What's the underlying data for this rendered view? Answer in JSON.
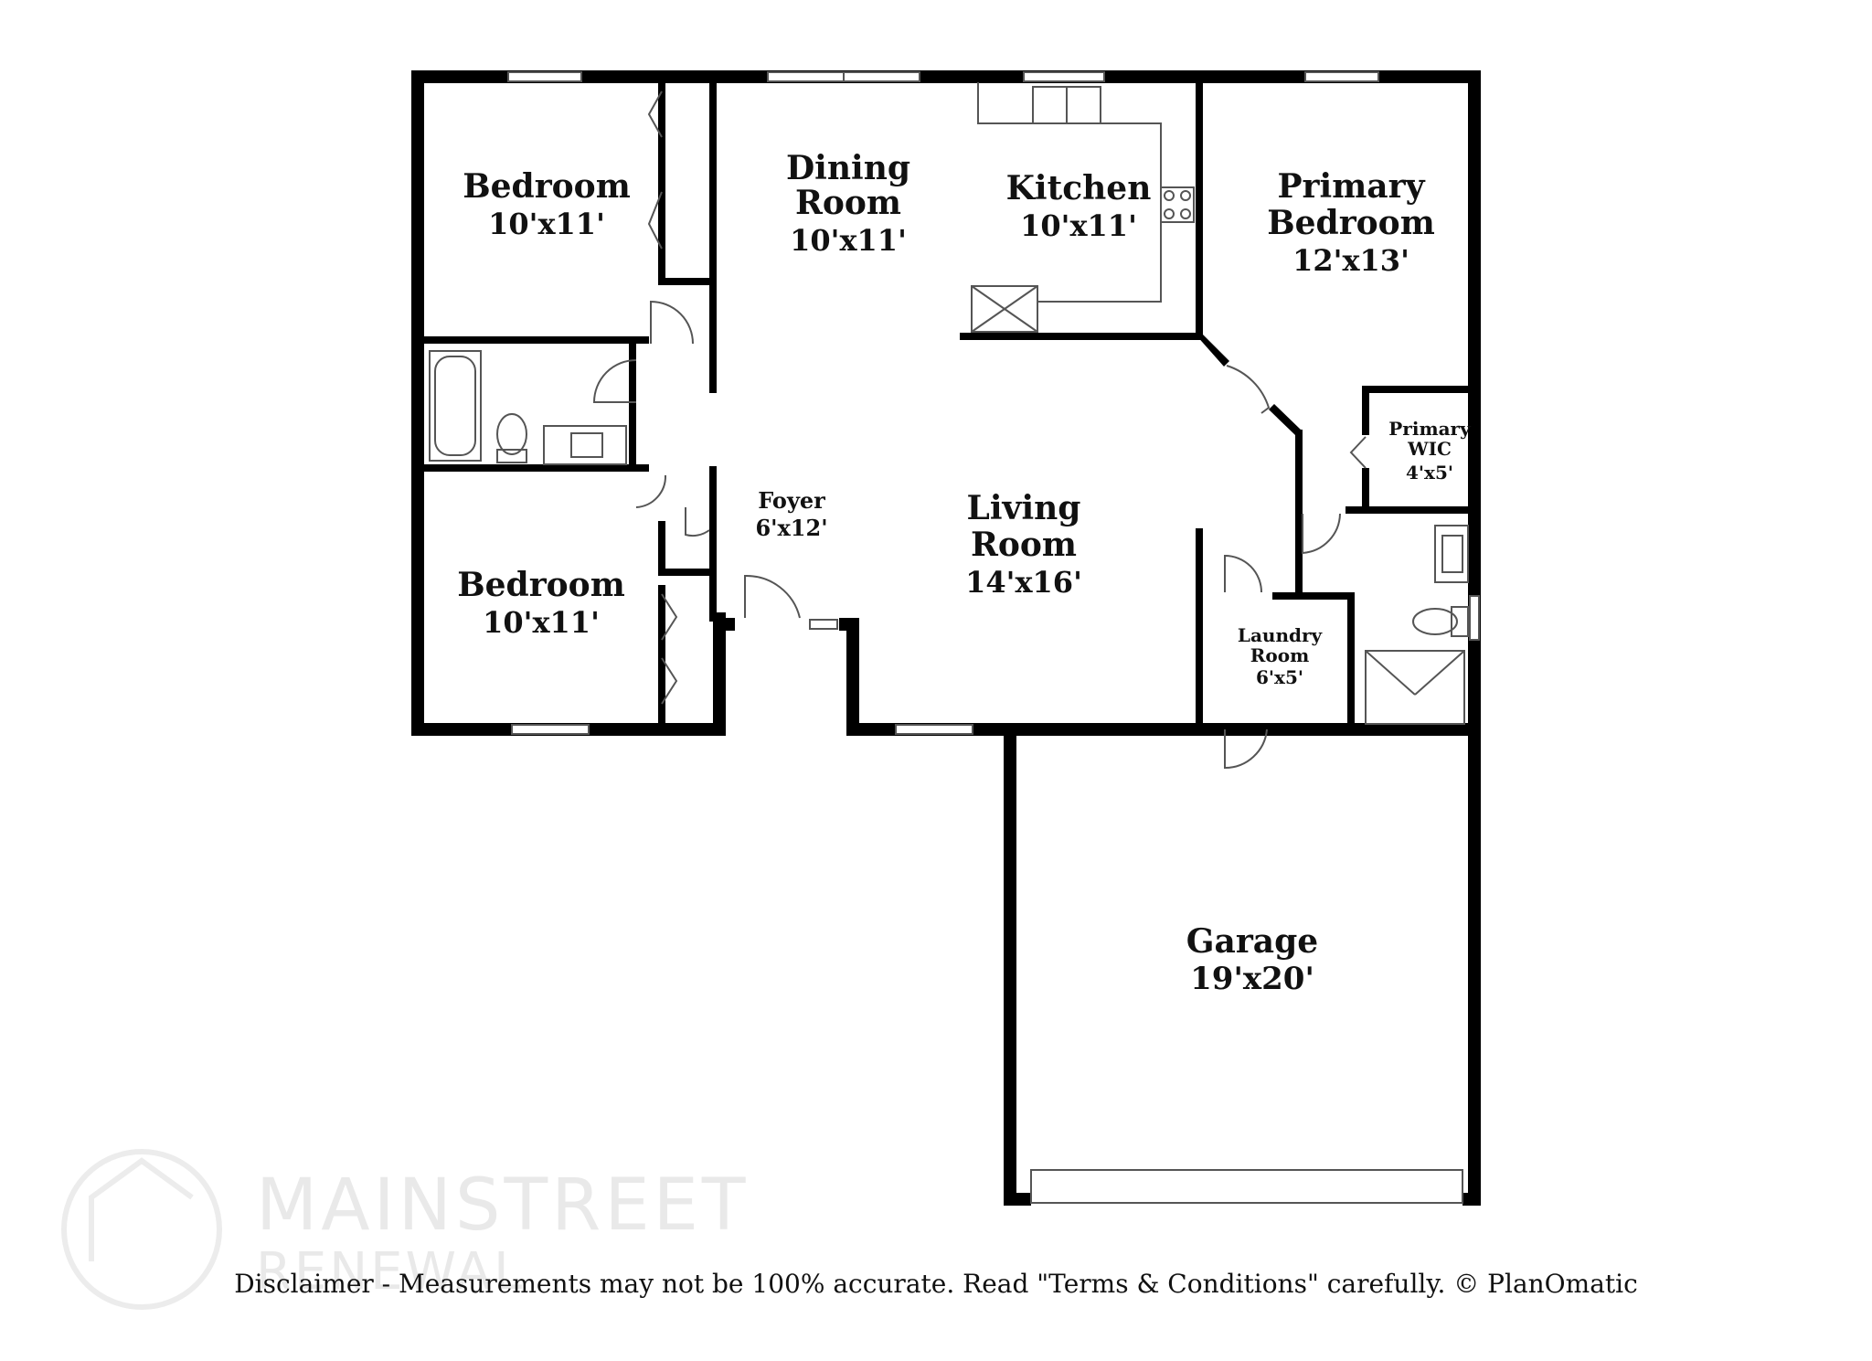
{
  "rooms": {
    "bedroom_top": {
      "name": "Bedroom",
      "dims": "10'x11'"
    },
    "dining": {
      "name_line1": "Dining",
      "name_line2": "Room",
      "dims": "10'x11'"
    },
    "kitchen": {
      "name": "Kitchen",
      "dims": "10'x11'"
    },
    "primary_bedroom": {
      "name_line1": "Primary",
      "name_line2": "Bedroom",
      "dims": "12'x13'"
    },
    "primary_wic": {
      "name_line1": "Primary",
      "name_line2": "WIC",
      "dims": "4'x5'"
    },
    "foyer": {
      "name": "Foyer",
      "dims": "6'x12'"
    },
    "living": {
      "name_line1": "Living",
      "name_line2": "Room",
      "dims": "14'x16'"
    },
    "bedroom_bottom": {
      "name": "Bedroom",
      "dims": "10'x11'"
    },
    "laundry": {
      "name_line1": "Laundry",
      "name_line2": "Room",
      "dims": "6'x5'"
    },
    "garage": {
      "name": "Garage",
      "dims": "19'x20'"
    }
  },
  "watermark": {
    "line1": "MAINSTREET",
    "line2": "RENEWAL"
  },
  "disclaimer": "Disclaimer - Measurements may not be 100% accurate. Read \"Terms & Conditions\" carefully. © PlanOmatic",
  "colors": {
    "wall": "#000000",
    "background": "#ffffff",
    "watermark": "#e9e9e9"
  }
}
